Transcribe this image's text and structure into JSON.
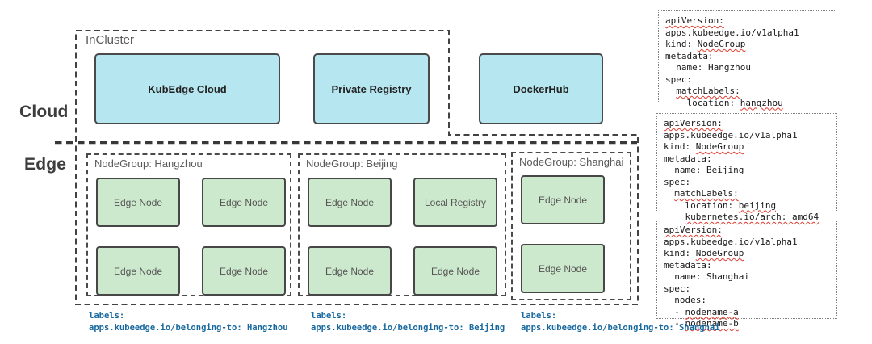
{
  "regions": {
    "cloud": "Cloud",
    "edge": "Edge",
    "incluster": "InCluster"
  },
  "cloud_boxes": [
    "KubEdge Cloud",
    "Private Registry",
    "DockerHub"
  ],
  "nodegroups": [
    {
      "title": "NodeGroup: Hangzhou",
      "nodes": [
        "Edge Node",
        "Edge Node",
        "Edge Node",
        "Edge Node"
      ]
    },
    {
      "title": "NodeGroup: Beijing",
      "nodes": [
        "Edge Node",
        "Local Registry",
        "Edge Node",
        "Edge Node"
      ]
    },
    {
      "title": "NodeGroup: Shanghai",
      "nodes": [
        "Edge Node",
        "Edge Node"
      ]
    }
  ],
  "yaml_blocks": [
    {
      "lines": [
        [
          {
            "t": "apiVersion:",
            "sq": true
          }
        ],
        [
          {
            "t": "apps.kubeedge.io/v1alpha1"
          }
        ],
        [
          {
            "t": "kind: "
          },
          {
            "t": "NodeGroup",
            "sq": true
          }
        ],
        [
          {
            "t": "metadata:"
          }
        ],
        [
          {
            "t": "  name: Hangzhou"
          }
        ],
        [
          {
            "t": "spec:"
          }
        ],
        [
          {
            "t": "  "
          },
          {
            "t": "matchLabels:",
            "sq": true
          }
        ],
        [
          {
            "t": "    location: "
          },
          {
            "t": "hangzhou",
            "sq": true
          }
        ]
      ]
    },
    {
      "lines": [
        [
          {
            "t": "apiVersion:",
            "sq": true
          }
        ],
        [
          {
            "t": "apps.kubeedge.io/v1alpha1"
          }
        ],
        [
          {
            "t": "kind: "
          },
          {
            "t": "NodeGroup",
            "sq": true
          }
        ],
        [
          {
            "t": "metadata:"
          }
        ],
        [
          {
            "t": "  name: Beijing"
          }
        ],
        [
          {
            "t": "spec:"
          }
        ],
        [
          {
            "t": "  "
          },
          {
            "t": "matchLabels:",
            "sq": true
          }
        ],
        [
          {
            "t": "    location: "
          },
          {
            "t": "beijing",
            "sq": true
          }
        ],
        [
          {
            "t": "    "
          },
          {
            "t": "kubernetes.io/arch: amd64",
            "sq": true
          }
        ]
      ]
    },
    {
      "lines": [
        [
          {
            "t": "apiVersion:",
            "sq": true
          }
        ],
        [
          {
            "t": "apps.kubeedge.io/v1alpha1"
          }
        ],
        [
          {
            "t": "kind: "
          },
          {
            "t": "NodeGroup",
            "sq": true
          }
        ],
        [
          {
            "t": "metadata:"
          }
        ],
        [
          {
            "t": "  name: Shanghai"
          }
        ],
        [
          {
            "t": "spec:"
          }
        ],
        [
          {
            "t": "  nodes:"
          }
        ],
        [
          {
            "t": "  - "
          },
          {
            "t": "nodename-a",
            "sq": true
          }
        ],
        [
          {
            "t": "  - "
          },
          {
            "t": "nodename-b",
            "sq": true
          }
        ]
      ]
    }
  ],
  "belonging_labels": [
    {
      "line1": "labels:",
      "line2": "apps.kubeedge.io/belonging-to: Hangzhou"
    },
    {
      "line1": "labels:",
      "line2": "apps.kubeedge.io/belonging-to: Beijing"
    },
    {
      "line1": "labels:",
      "line2": "apps.kubeedge.io/belonging-to: Shanghai"
    }
  ],
  "colors": {
    "cloud_box_fill": "#b6e6f0",
    "node_box_fill": "#cde9cd",
    "label_blue": "#17699f",
    "squiggle_red": "#e03c31",
    "outline_gray": "#424242"
  }
}
